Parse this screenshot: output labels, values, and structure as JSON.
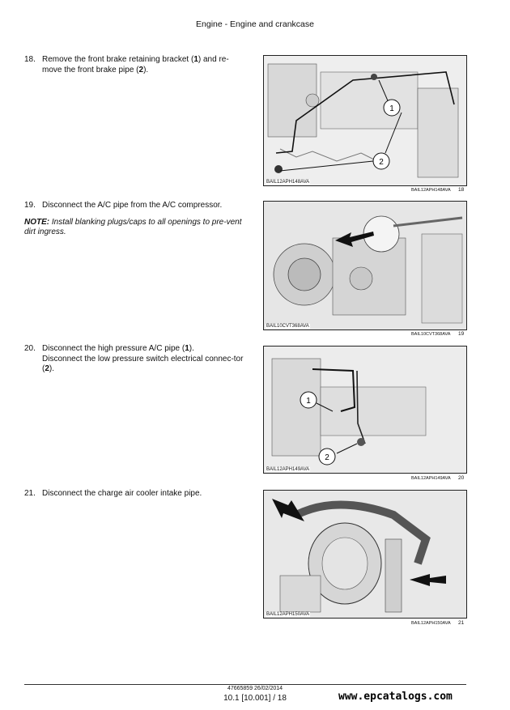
{
  "header": {
    "title": "Engine - Engine and crankcase"
  },
  "steps": [
    {
      "num": "18.",
      "text_a": "Remove the front brake retaining bracket (",
      "bold_a": "1",
      "text_b": ") and re-move the front brake pipe (",
      "bold_b": "2",
      "text_c": ")."
    },
    {
      "num": "19.",
      "text": "Disconnect the A/C pipe from the A/C compressor.",
      "note_label": "NOTE:",
      "note_text": " Install blanking plugs/caps to all openings to pre-vent dirt ingress."
    },
    {
      "num": "20.",
      "line1_a": "Disconnect the high pressure A/C pipe (",
      "line1_bold": "1",
      "line1_b": ").",
      "line2_a": "Disconnect the low pressure switch electrical connec-tor (",
      "line2_bold": "2",
      "line2_b": ")."
    },
    {
      "num": "21.",
      "text": "Disconnect the charge air cooler intake pipe."
    }
  ],
  "figures": [
    {
      "label": "BAIL12APH148AVA",
      "code": "BAIL12APH148AVA",
      "number": "18",
      "callouts": [
        "1",
        "2"
      ]
    },
    {
      "label": "BAIL10CVT368AVA",
      "code": "BAIL10CVT368AVA",
      "number": "19",
      "callouts": []
    },
    {
      "label": "BAIL12APH149AVA",
      "code": "BAIL12APH149AVA",
      "number": "20",
      "callouts": [
        "1",
        "2"
      ]
    },
    {
      "label": "BAIL12APH150AVA",
      "code": "BAIL12APH150AVA",
      "number": "21",
      "callouts": []
    }
  ],
  "footer": {
    "doc": "47665859 26/02/2014",
    "page": "10.1 [10.001] / 18",
    "site": "www.epcatalogs.com"
  }
}
